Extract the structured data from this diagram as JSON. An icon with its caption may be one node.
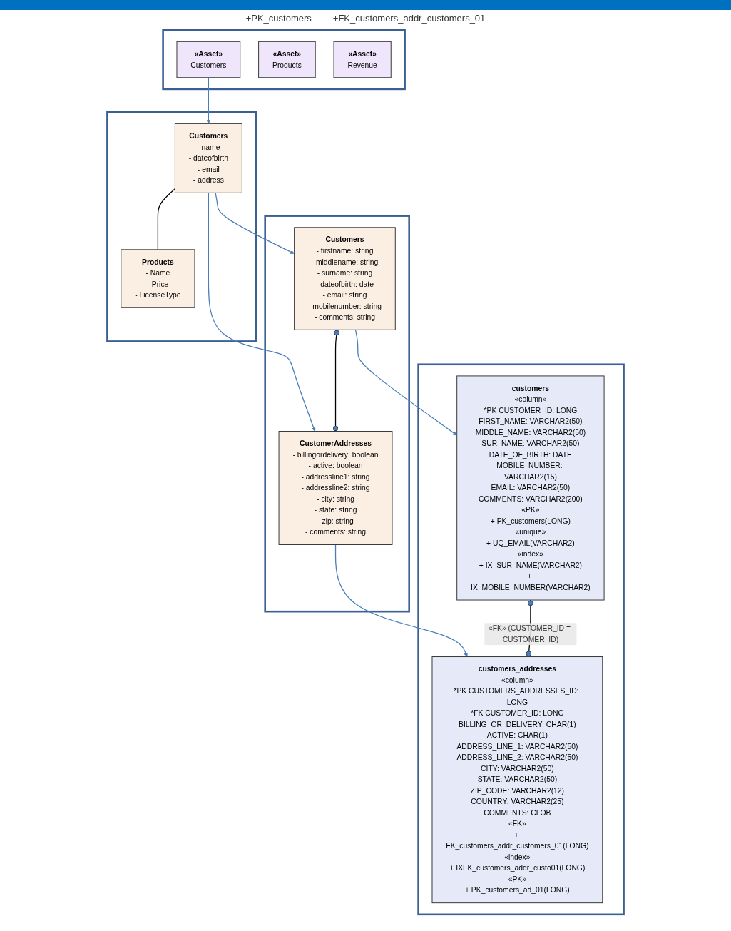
{
  "diagram": {
    "nodes": [
      {
        "text": [],
        "shape": "box"
      },
      {
        "text": [
          "«Asset»",
          "Customers"
        ],
        "in": 0
      },
      {
        "text": [
          "«Asset»",
          "Products"
        ],
        "in": 0
      },
      {
        "text": [
          "«Asset»",
          "Revenue"
        ],
        "in": 0
      },
      {
        "text": [],
        "shape": "box"
      },
      {
        "text": [
          "Customers",
          "- name",
          "- dateofbirth",
          "- email",
          "- address"
        ],
        "in": 4
      },
      {
        "text": [
          "Products",
          "- Name",
          "- Price",
          "- LicenseType"
        ],
        "in": 4
      },
      {
        "text": [],
        "shape": "box"
      },
      {
        "text": [
          "Customers",
          "- firstname: string",
          "- middlename: string",
          "- surname: string",
          "- dateofbirth: date",
          "- email: string",
          "- mobilenumber: string",
          "- comments: string"
        ],
        "in": 7
      },
      {
        "text": [
          "CustomerAddresses",
          "- billingordelivery: boolean",
          "- active: boolean",
          "- addressline1: string",
          "- addressline2: string",
          "- city: string",
          "- state: string",
          "- zip: string",
          "- comments: string"
        ],
        "in": 7
      },
      {
        "text": [],
        "shape": "box"
      },
      {
        "text": [
          "customers",
          "«column»",
          "*PK CUSTOMER_ID: LONG",
          "FIRST_NAME: VARCHAR2(50)",
          "MIDDLE_NAME: VARCHAR2(50)",
          "SUR_NAME: VARCHAR2(50)",
          "DATE_OF_BIRTH: DATE",
          "MOBILE_NUMBER: VARCHAR2(15)",
          "EMAIL: VARCHAR2(50)",
          "COMMENTS: VARCHAR2(200)",
          "«PK»",
          "+ PK_customers(LONG)",
          "«unique»",
          "+ UQ_EMAIL(VARCHAR2)",
          "«index»",
          "+ IX_SUR_NAME(VARCHAR2)",
          "+ IX_MOBILE_NUMBER(VARCHAR2)"
        ],
        "in": 10
      },
      {
        "text": [
          "customers_addresses",
          "«column»",
          "*PK CUSTOMERS_ADDRESSES_ID: LONG",
          "*FK CUSTOMER_ID: LONG",
          "BILLING_OR_DELIVERY: CHAR(1)",
          "ACTIVE: CHAR(1)",
          "ADDRESS_LINE_1: VARCHAR2(50)",
          "ADDRESS_LINE_2: VARCHAR2(50)",
          "CITY: VARCHAR2(50)",
          "STATE: VARCHAR2(50)",
          "ZIP_CODE: VARCHAR2(12)",
          "COUNTRY: VARCHAR2(25)",
          "COMMENTS: CLOB",
          "«FK»",
          "+ FK_customers_addr_customers_01(LONG)",
          "«index»",
          "+ IXFK_customers_addr_custo01(LONG)",
          "«PK»",
          "+ PK_customers_ad_01(LONG)"
        ],
        "in": 10
      }
    ],
    "edges": [
      {
        "from": 1,
        "to": 5,
        "arrow": "to"
      },
      {
        "from": 5,
        "to": 6,
        "arrow": "none",
        "color": "#000000"
      },
      {
        "from": 5,
        "to": 8,
        "arrow": "to"
      },
      {
        "from": 5,
        "to": 9,
        "arrow": "to"
      },
      {
        "from": 8,
        "to": 9,
        "arrow": "other",
        "color": "#000000"
      },
      {
        "from": 8,
        "to": 11,
        "arrow": "to"
      },
      {
        "from": 9,
        "to": 12,
        "arrow": "to"
      },
      {
        "from": 11,
        "to": 12,
        "arrow": "other",
        "label": "«FK» (CUSTOMER_ID = CUSTOMER_ID)",
        "color": "#000000"
      }
    ],
    "labels": [
      "+PK_customers",
      "+FK_customers_addr_customers_01"
    ]
  }
}
